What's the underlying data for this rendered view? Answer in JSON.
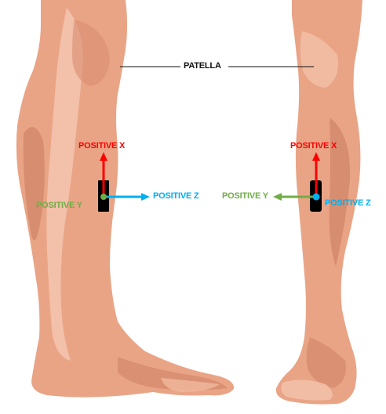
{
  "labels": {
    "patella": "PATELLA",
    "front_positive_x": "POSITIVE X",
    "front_positive_y": "POSITIVE Y",
    "front_positive_z": "POSITIVE Z",
    "side_positive_x": "POSITIVE X",
    "side_positive_y": "POSITIVE Y",
    "side_positive_z": "POSITIVE Z"
  },
  "colors": {
    "axis_x": "#ff0000",
    "axis_y": "#70ad47",
    "axis_z": "#00b0f0",
    "sensor": "#000000",
    "skin": "#e8a385",
    "skin_light": "#f4c4ae",
    "skin_dark": "#cf7f63"
  }
}
